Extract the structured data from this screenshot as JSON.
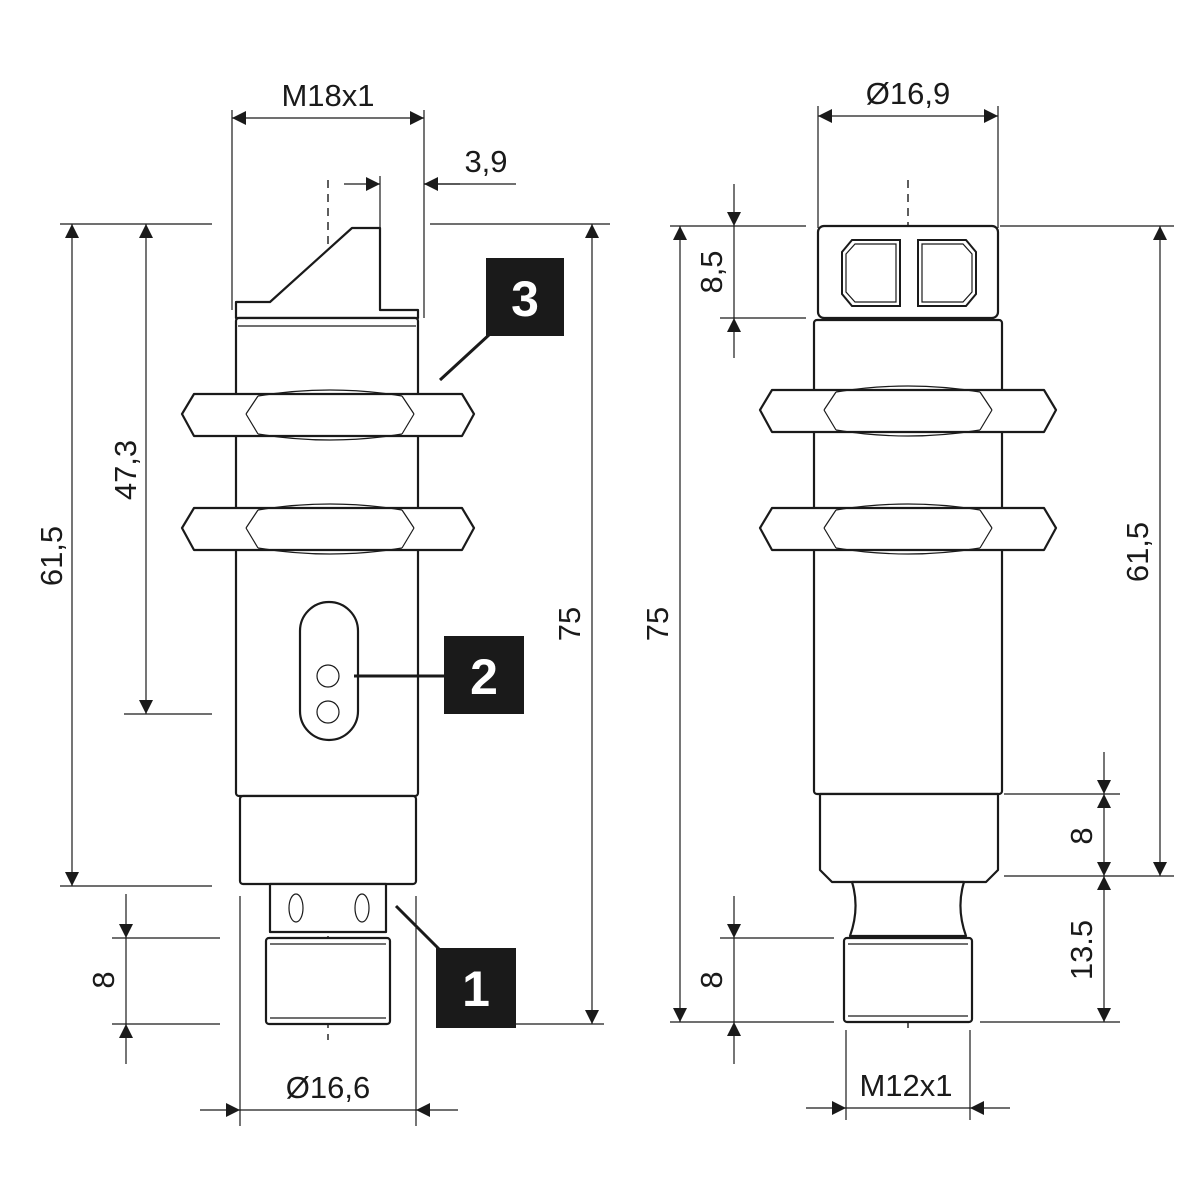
{
  "left_view": {
    "thread_top": "M18x1",
    "offset": "3,9",
    "height_outer": "61,5",
    "height_inner": "47,3",
    "total_length": "75",
    "connector_length": "8",
    "diameter_bottom": "Ø16,6"
  },
  "right_view": {
    "diameter_top": "Ø16,9",
    "head_height": "8,5",
    "total_length": "75",
    "height_body": "61,5",
    "step_length": "8",
    "connector_offset": "13.5",
    "connector_length": "8",
    "thread_bottom": "M12x1"
  },
  "callouts": {
    "one": "1",
    "two": "2",
    "three": "3"
  }
}
